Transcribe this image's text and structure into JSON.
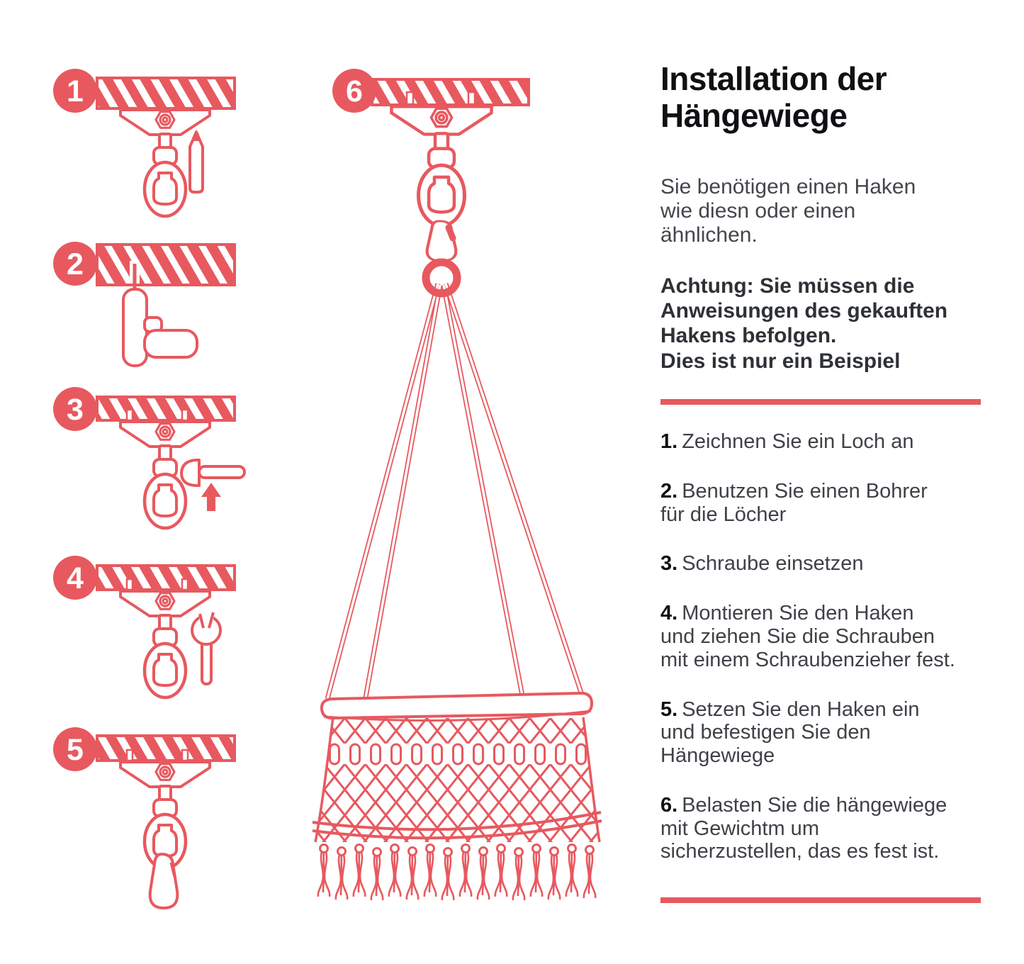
{
  "palette": {
    "red": "#E7595F",
    "ink": "#0F1013",
    "body_text": "#3E4147"
  },
  "title": "Installation der\nHängewiege",
  "intro": "Sie benötigen einen Haken\nwie diesn oder einen\nähnlichen.",
  "warning": "Achtung: Sie müssen die\nAnweisungen des gekauften\nHakens befolgen.\nDies ist nur ein Beispiel",
  "instructions": [
    {
      "num": "1.",
      "text": "Zeichnen Sie ein Loch an"
    },
    {
      "num": "2.",
      "text": "Benutzen Sie einen Bohrer\nfür die Löcher"
    },
    {
      "num": "3.",
      "text": "Schraube einsetzen"
    },
    {
      "num": "4.",
      "text": "Montieren Sie den Haken\nund ziehen Sie die Schrauben\nmit einem Schraubenzieher fest."
    },
    {
      "num": "5.",
      "text": "Setzen Sie den Haken ein\nund befestigen Sie den\nHängewiege"
    },
    {
      "num": "6.",
      "text": "Belasten Sie die hängewiege\nmit Gewichtm um\nsicherzustellen, das es fest ist."
    }
  ],
  "diagram": {
    "badges": [
      "1",
      "2",
      "3",
      "4",
      "5",
      "6"
    ]
  },
  "icons": {
    "pencil": "pencil-icon",
    "drill": "drill-icon",
    "screw": "screw-icon",
    "arrow_up": "arrow-up-icon",
    "wrench": "wrench-icon",
    "carabiner": "carabiner-icon",
    "ring": "ring-icon",
    "ceiling": "ceiling-bar",
    "hook": "swivel-hook"
  }
}
